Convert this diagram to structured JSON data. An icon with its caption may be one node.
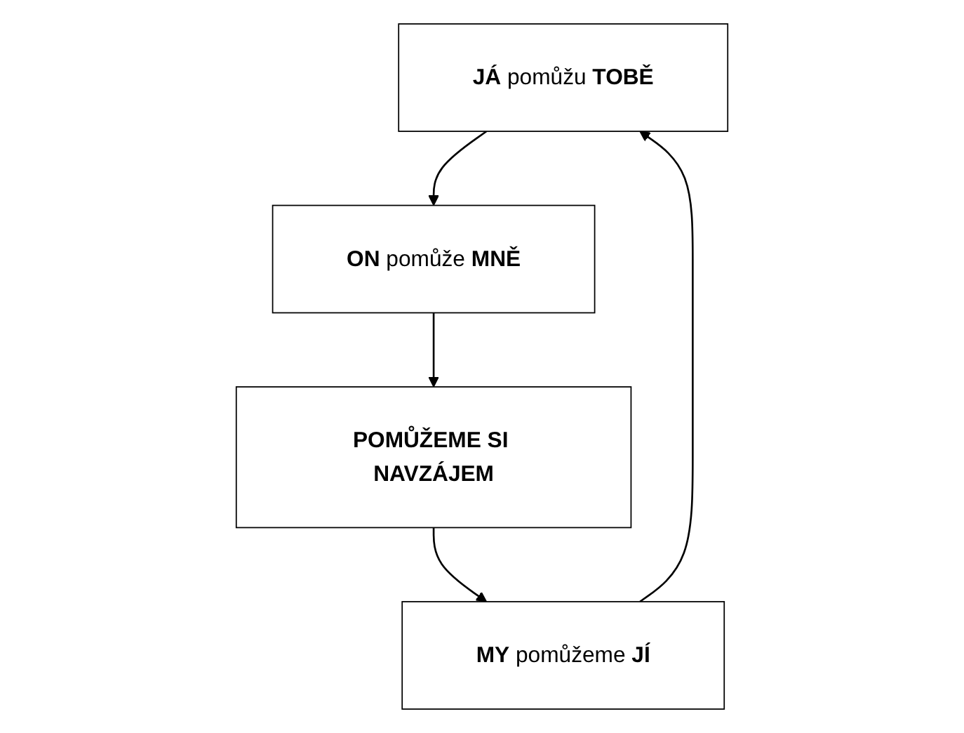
{
  "diagram": {
    "nodes": [
      {
        "text": [
          "**JÁ** pomůžu **TOBĚ**"
        ]
      },
      {
        "text": [
          "**MY** pomůžeme **JÍ**"
        ]
      },
      {
        "text": [
          "**ON** pomůže **MNĚ**"
        ]
      },
      {
        "text": [
          "POMŮŽEME SI NAVZÁJEM"
        ]
      }
    ],
    "edges": [
      {
        "from": 0,
        "to": 2,
        "arrow": "to"
      },
      {
        "from": 2,
        "to": 3,
        "arrow": "to"
      },
      {
        "from": 3,
        "to": 1,
        "arrow": "to"
      },
      {
        "from": 1,
        "to": 0,
        "arrow": "to"
      }
    ]
  }
}
